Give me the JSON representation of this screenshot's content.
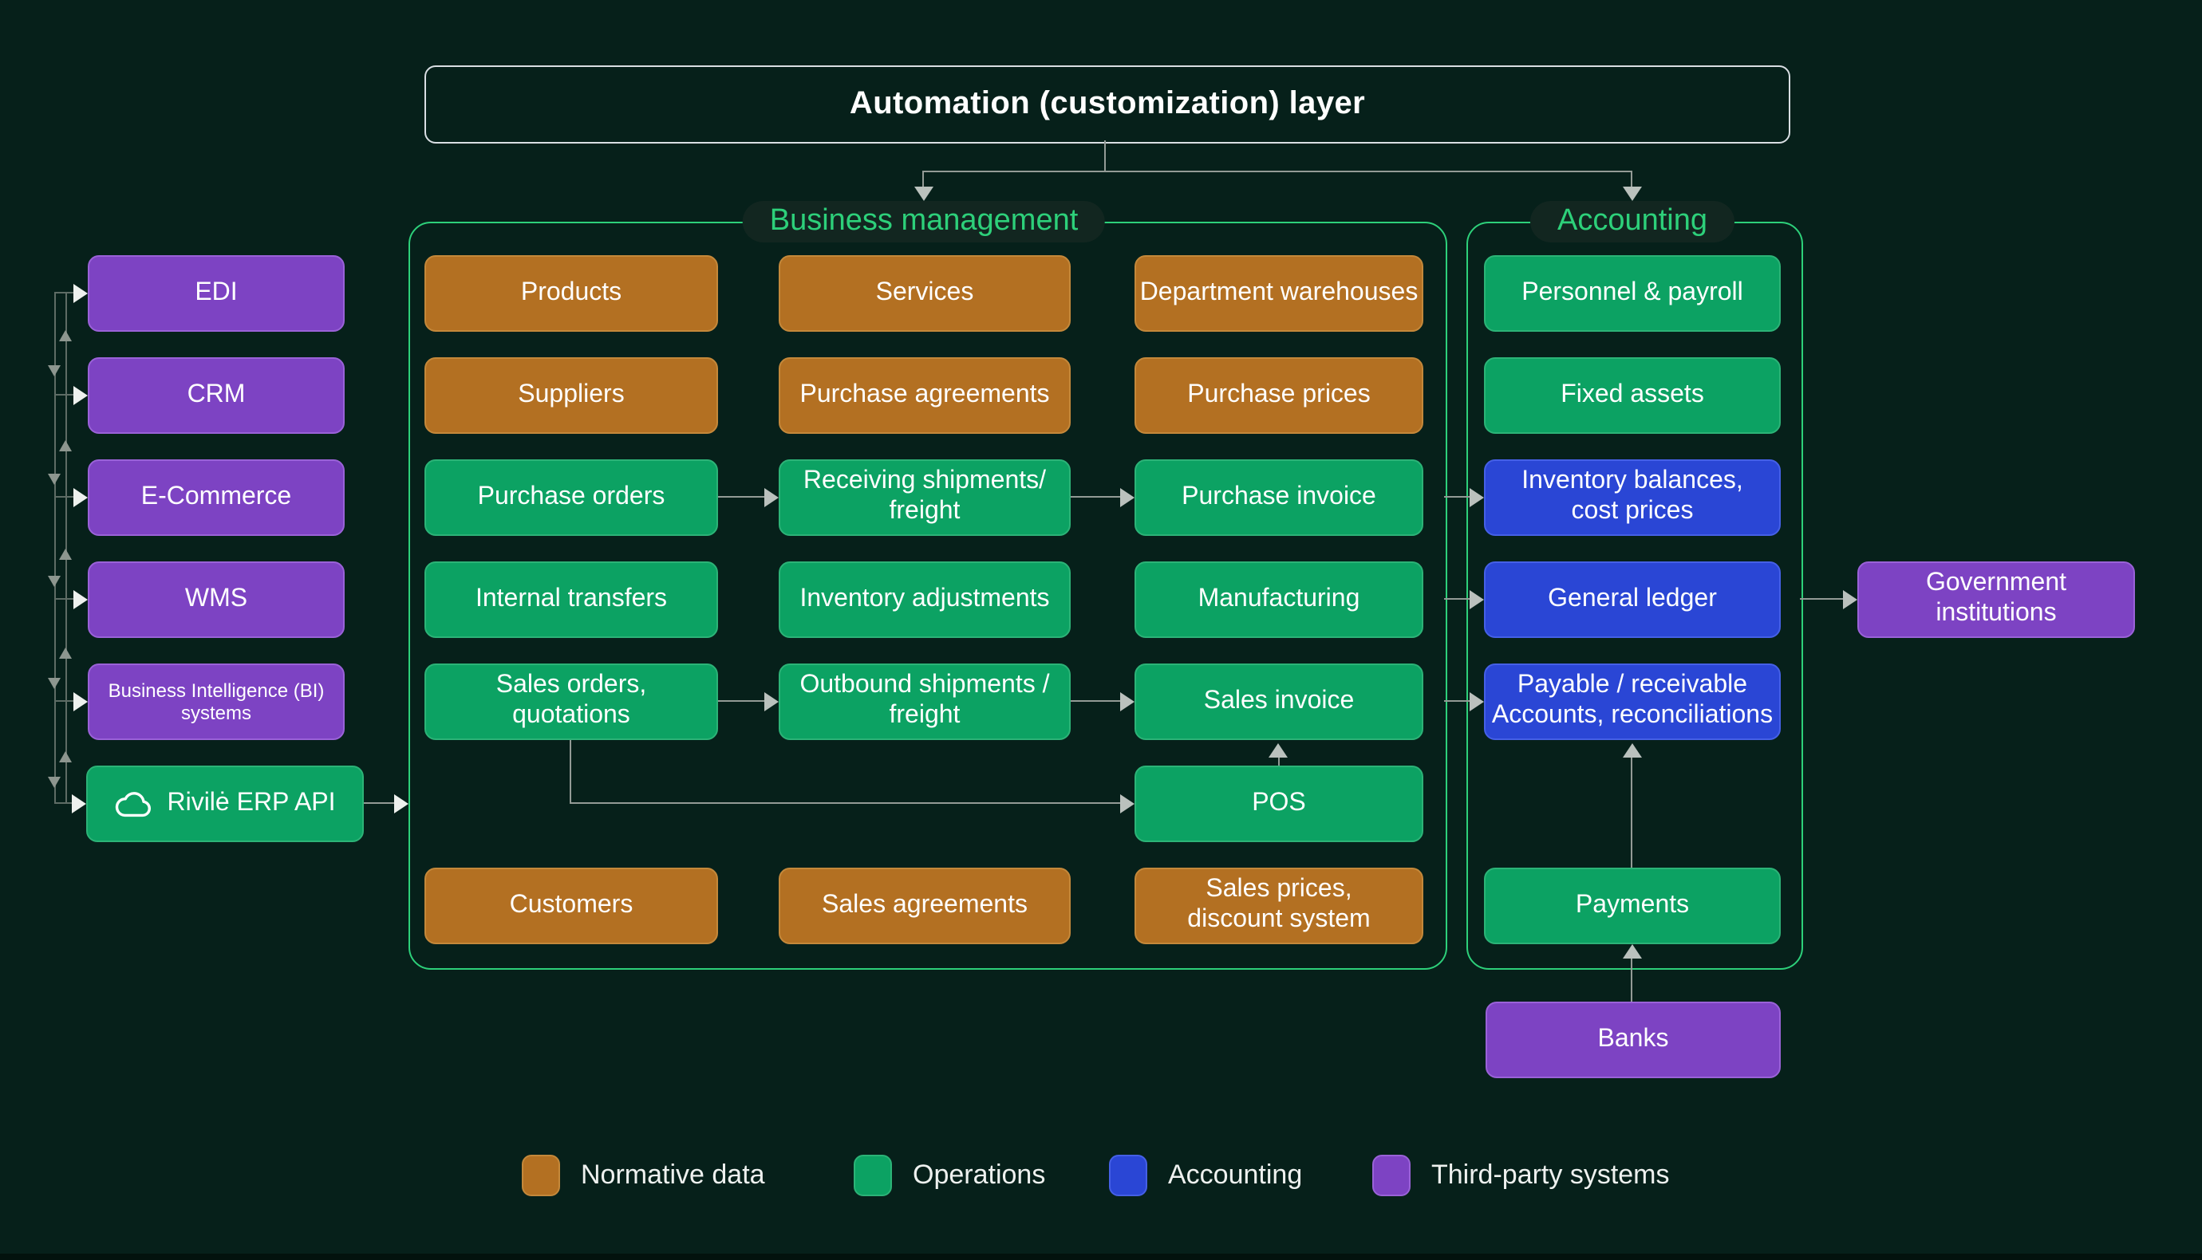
{
  "title": {
    "label": "Automation (customization) layer"
  },
  "groups": {
    "business_management": {
      "label": "Business management"
    },
    "accounting": {
      "label": "Accounting"
    }
  },
  "boxes": {
    "edi": {
      "label": "EDI"
    },
    "crm": {
      "label": "CRM"
    },
    "ecommerce": {
      "label": "E-Commerce"
    },
    "wms": {
      "label": "WMS"
    },
    "bi": {
      "label": "Business Intelligence (BI)\nsystems"
    },
    "erp": {
      "label": "Rivilė ERP API"
    },
    "products": {
      "label": "Products"
    },
    "services": {
      "label": "Services"
    },
    "dept_warehouses": {
      "label": "Department warehouses"
    },
    "suppliers": {
      "label": "Suppliers"
    },
    "purchase_agreements": {
      "label": "Purchase agreements"
    },
    "purchase_prices": {
      "label": "Purchase prices"
    },
    "purchase_orders": {
      "label": "Purchase orders"
    },
    "receiving_shipments": {
      "label": "Receiving shipments/\nfreight"
    },
    "purchase_invoice": {
      "label": "Purchase invoice"
    },
    "internal_transfers": {
      "label": "Internal transfers"
    },
    "inventory_adjustments": {
      "label": "Inventory adjustments"
    },
    "manufacturing": {
      "label": "Manufacturing"
    },
    "sales_orders": {
      "label": "Sales orders,\nquotations"
    },
    "outbound_shipments": {
      "label": "Outbound shipments /\nfreight"
    },
    "sales_invoice": {
      "label": "Sales invoice"
    },
    "pos": {
      "label": "POS"
    },
    "customers": {
      "label": "Customers"
    },
    "sales_agreements": {
      "label": "Sales agreements"
    },
    "sales_prices": {
      "label": "Sales prices,\ndiscount system"
    },
    "personnel_payroll": {
      "label": "Personnel & payroll"
    },
    "fixed_assets": {
      "label": "Fixed assets"
    },
    "inventory_balances": {
      "label": "Inventory balances,\ncost prices"
    },
    "general_ledger": {
      "label": "General ledger"
    },
    "payable_receivable": {
      "label": "Payable / receivable\nAccounts, reconciliations"
    },
    "payments": {
      "label": "Payments"
    },
    "government": {
      "label": "Government\ninstitutions"
    },
    "banks": {
      "label": "Banks"
    }
  },
  "legend": {
    "items": [
      {
        "label": "Normative data",
        "color": "#b37022"
      },
      {
        "label": "Operations",
        "color": "#0ca263"
      },
      {
        "label": "Accounting",
        "color": "#2a46d5"
      },
      {
        "label": "Third-party systems",
        "color": "#7d43c3"
      }
    ]
  },
  "colors": {
    "background": "#06201a",
    "group_border": "#2dd07a",
    "group_label_text": "#2dd07a",
    "title_border": "#d9dee3",
    "connector": "#939b96",
    "normative_data": "#b37022",
    "operations": "#0ca263",
    "accounting": "#2a46d5",
    "third_party": "#7d43c3"
  }
}
